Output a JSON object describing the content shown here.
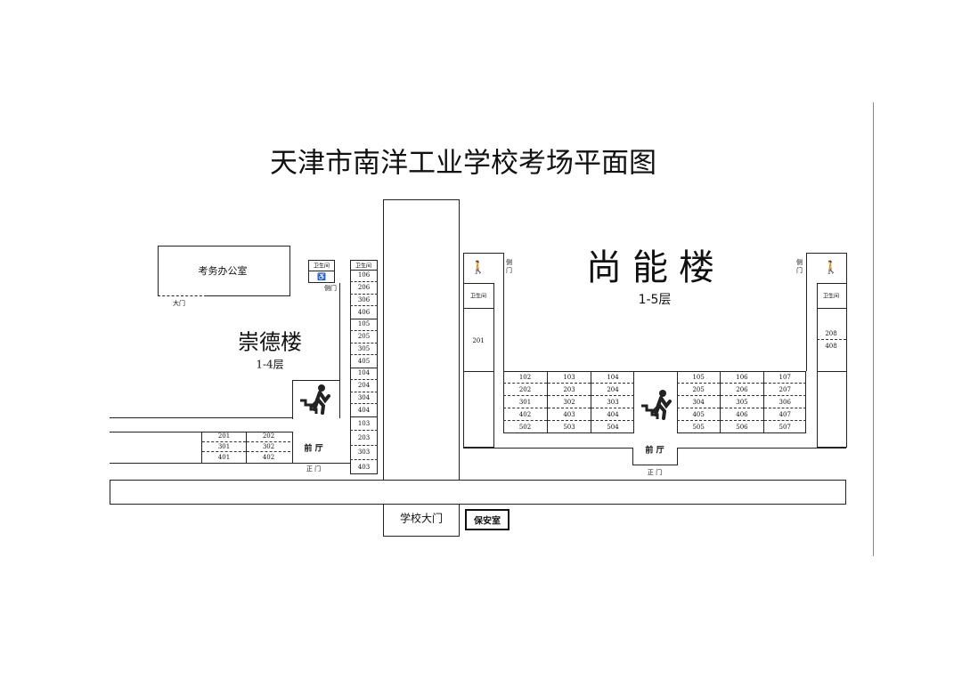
{
  "title": "天津市南洋工业学校考场平面图",
  "left_building": {
    "name": "崇德楼",
    "floors": "1-4层",
    "office": "考务办公室",
    "office_door": "大门",
    "restroom": "卫生间",
    "side_door": "侧门",
    "lobby": "前  厅",
    "main_door": "正 门",
    "column_rooms": [
      [
        "106",
        "206",
        "306",
        "406"
      ],
      [
        "105",
        "205",
        "305",
        "405"
      ],
      [
        "104",
        "204",
        "304",
        "404"
      ],
      [
        "103",
        "203",
        "303",
        "403"
      ]
    ],
    "bottom_rooms": [
      [
        "201",
        "301",
        "401"
      ],
      [
        "202",
        "302",
        "402"
      ]
    ]
  },
  "right_building": {
    "name": "尚能楼",
    "floors": "1-5层",
    "restroom": "卫生间",
    "side_door": "侧门",
    "lobby": "前  厅",
    "main_door": "正 门",
    "left_wing_room": "201",
    "right_wing_rooms": [
      "208",
      "408"
    ],
    "left_rooms": [
      [
        "102",
        "202",
        "301",
        "402",
        "502"
      ],
      [
        "103",
        "203",
        "302",
        "403",
        "503"
      ],
      [
        "104",
        "204",
        "303",
        "404",
        "504"
      ]
    ],
    "right_rooms": [
      [
        "105",
        "205",
        "304",
        "405",
        "505"
      ],
      [
        "106",
        "206",
        "305",
        "406",
        "506"
      ],
      [
        "107",
        "207",
        "306",
        "407",
        "507"
      ]
    ]
  },
  "gate": "学校大门",
  "security": "保安室"
}
